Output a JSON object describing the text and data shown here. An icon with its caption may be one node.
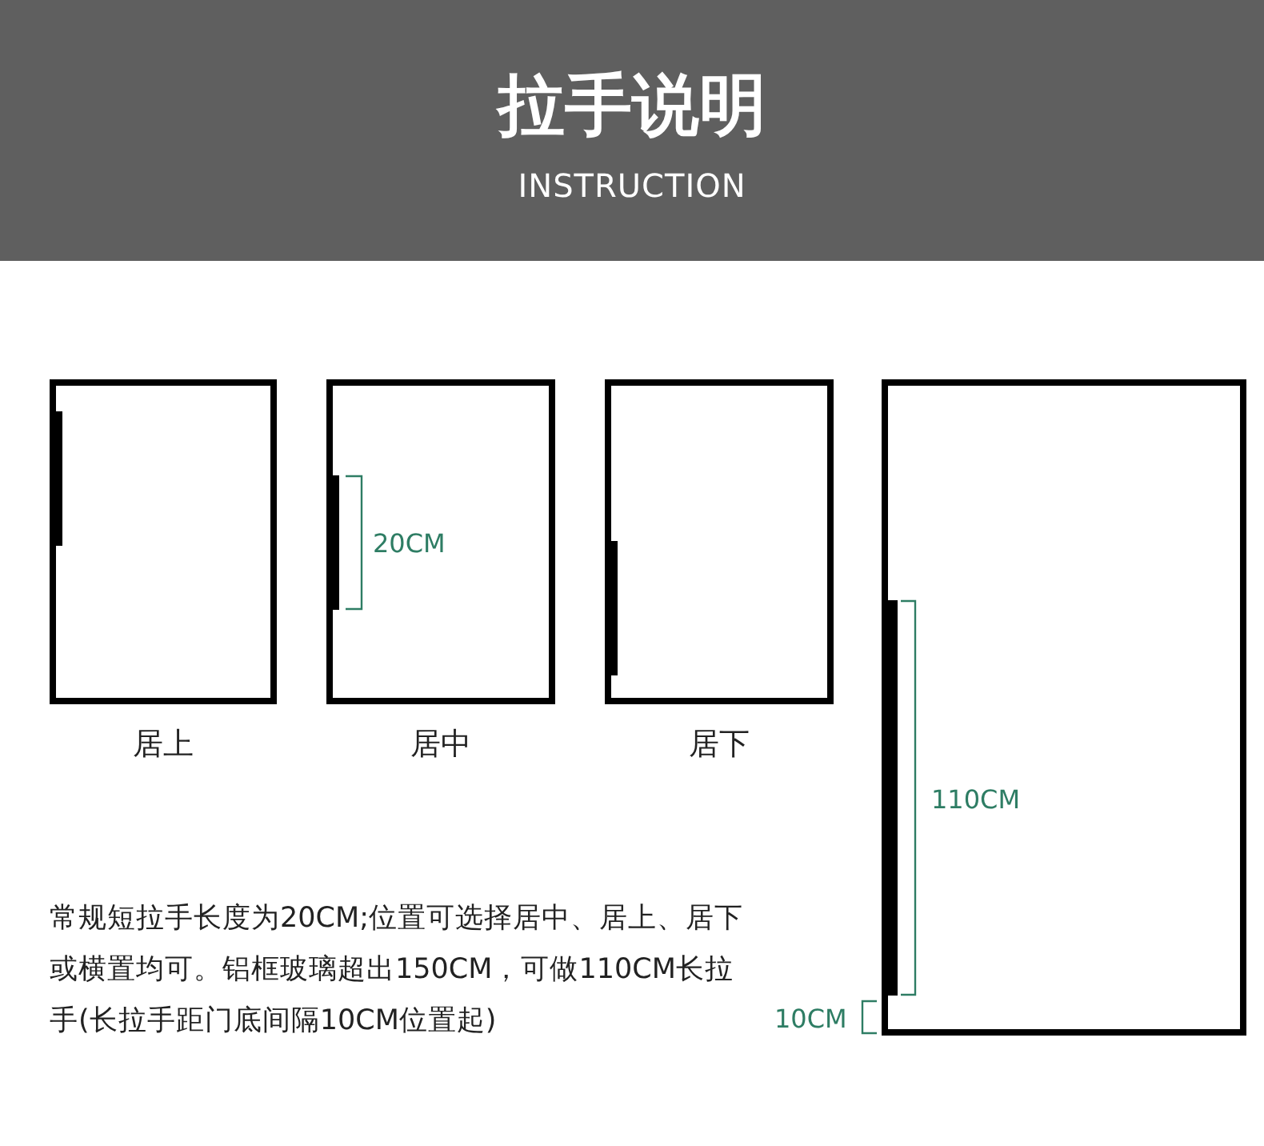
{
  "diagram": {
    "title": "拉手说明",
    "nodes": [
      {
        "text": [],
        "shape": "box",
        "beside": [
          "居上"
        ]
      },
      {
        "text": [],
        "shape": "box",
        "beside": [
          "居中"
        ]
      },
      {
        "text": [],
        "shape": "box",
        "beside": [
          "居下"
        ]
      },
      {
        "text": [],
        "shape": "box"
      }
    ],
    "labels": [
      "INSTRUCTION",
      "20CM",
      "110CM",
      "10CM",
      "常规短拉手长度为20CM;位置可选择居中、居上、居下或横置均可。铝框玻璃超出150CM，可做110CM长拉手(长拉手距门底间隔10CM位置起)"
    ]
  }
}
